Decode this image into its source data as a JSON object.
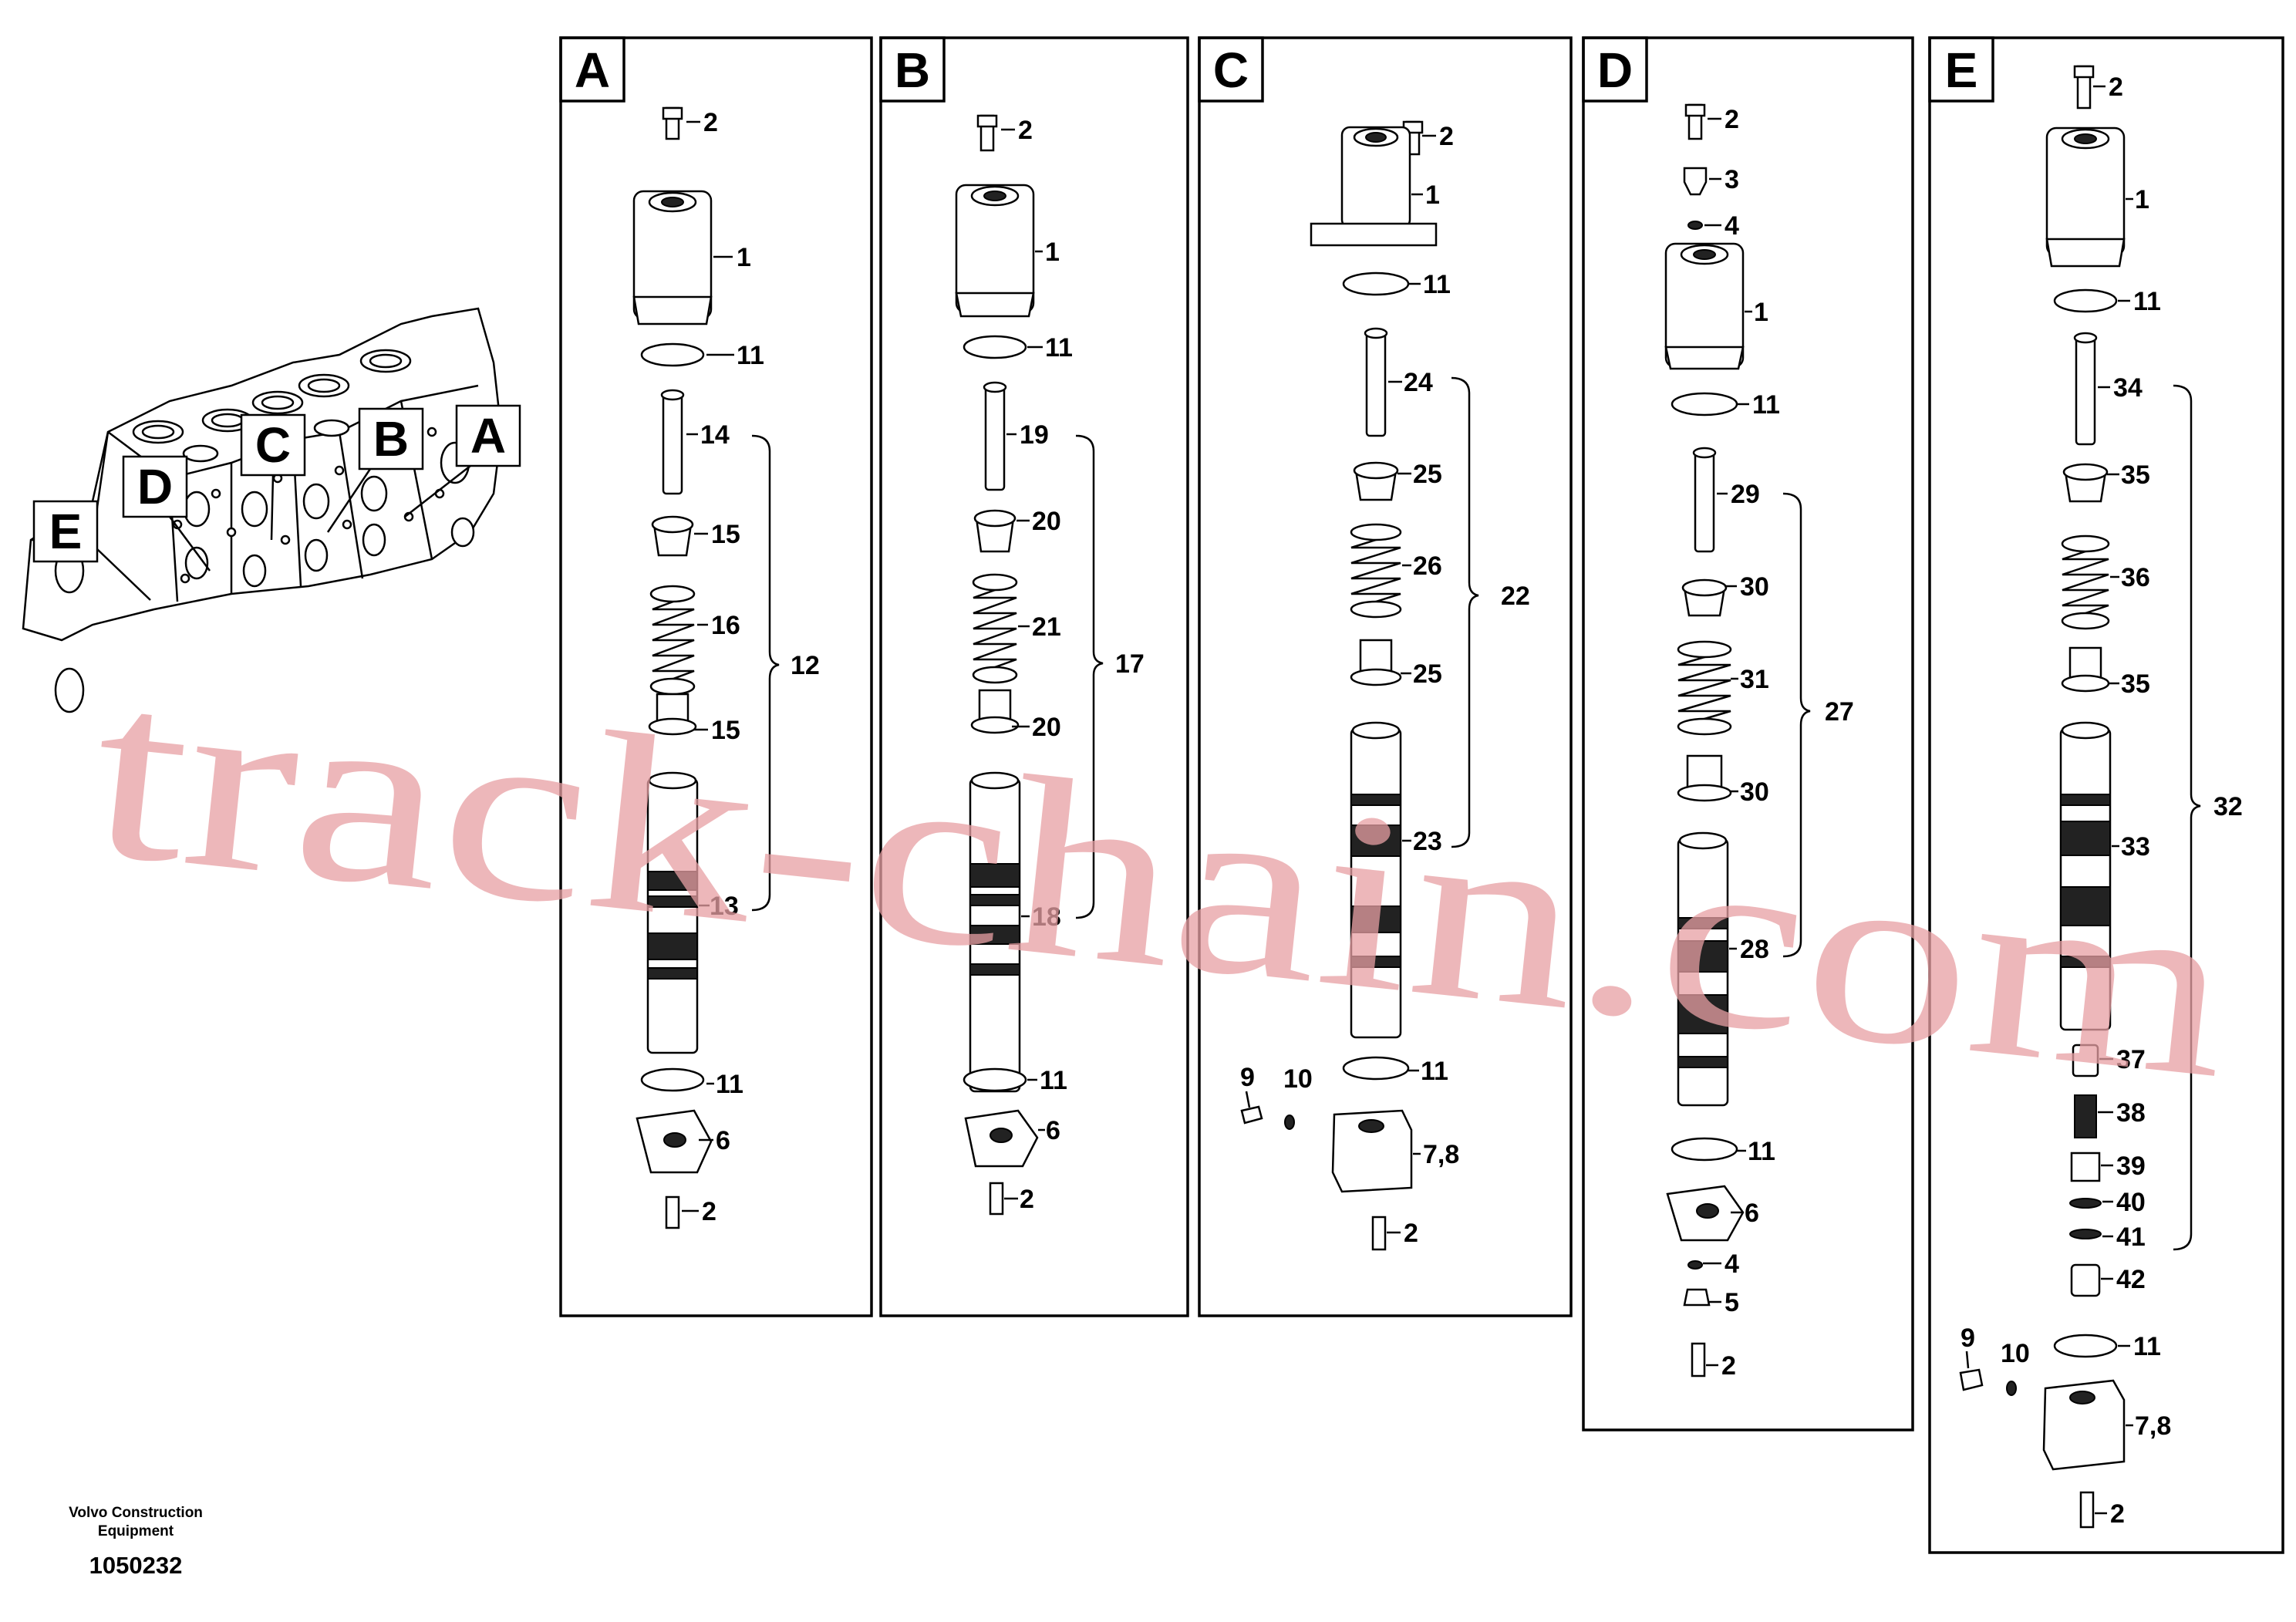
{
  "footer": {
    "brand_line1": "Volvo Construction",
    "brand_line2": "Equipment",
    "figure_number": "1050232"
  },
  "watermark": "track-chain.com",
  "overview_labels": [
    "E",
    "D",
    "C",
    "B",
    "A"
  ],
  "panels": [
    {
      "id": "A",
      "labels": [
        "2",
        "1",
        "11",
        "14",
        "15",
        "16",
        "15",
        "13",
        "11",
        "6",
        "2"
      ],
      "group_label": "12"
    },
    {
      "id": "B",
      "labels": [
        "2",
        "1",
        "11",
        "19",
        "20",
        "21",
        "20",
        "18",
        "11",
        "6",
        "2"
      ],
      "group_label": "17"
    },
    {
      "id": "C",
      "labels": [
        "2",
        "1",
        "11",
        "24",
        "25",
        "26",
        "25",
        "23",
        "11",
        "7,8",
        "2",
        "9",
        "10"
      ],
      "group_label": "22"
    },
    {
      "id": "D",
      "labels": [
        "2",
        "3",
        "4",
        "1",
        "11",
        "29",
        "30",
        "31",
        "30",
        "28",
        "11",
        "6",
        "4",
        "5",
        "2"
      ],
      "group_label": "27"
    },
    {
      "id": "E",
      "labels": [
        "2",
        "1",
        "11",
        "34",
        "35",
        "36",
        "35",
        "33",
        "37",
        "38",
        "39",
        "40",
        "41",
        "42",
        "11",
        "7,8",
        "2",
        "9",
        "10"
      ],
      "group_label": "32"
    }
  ]
}
